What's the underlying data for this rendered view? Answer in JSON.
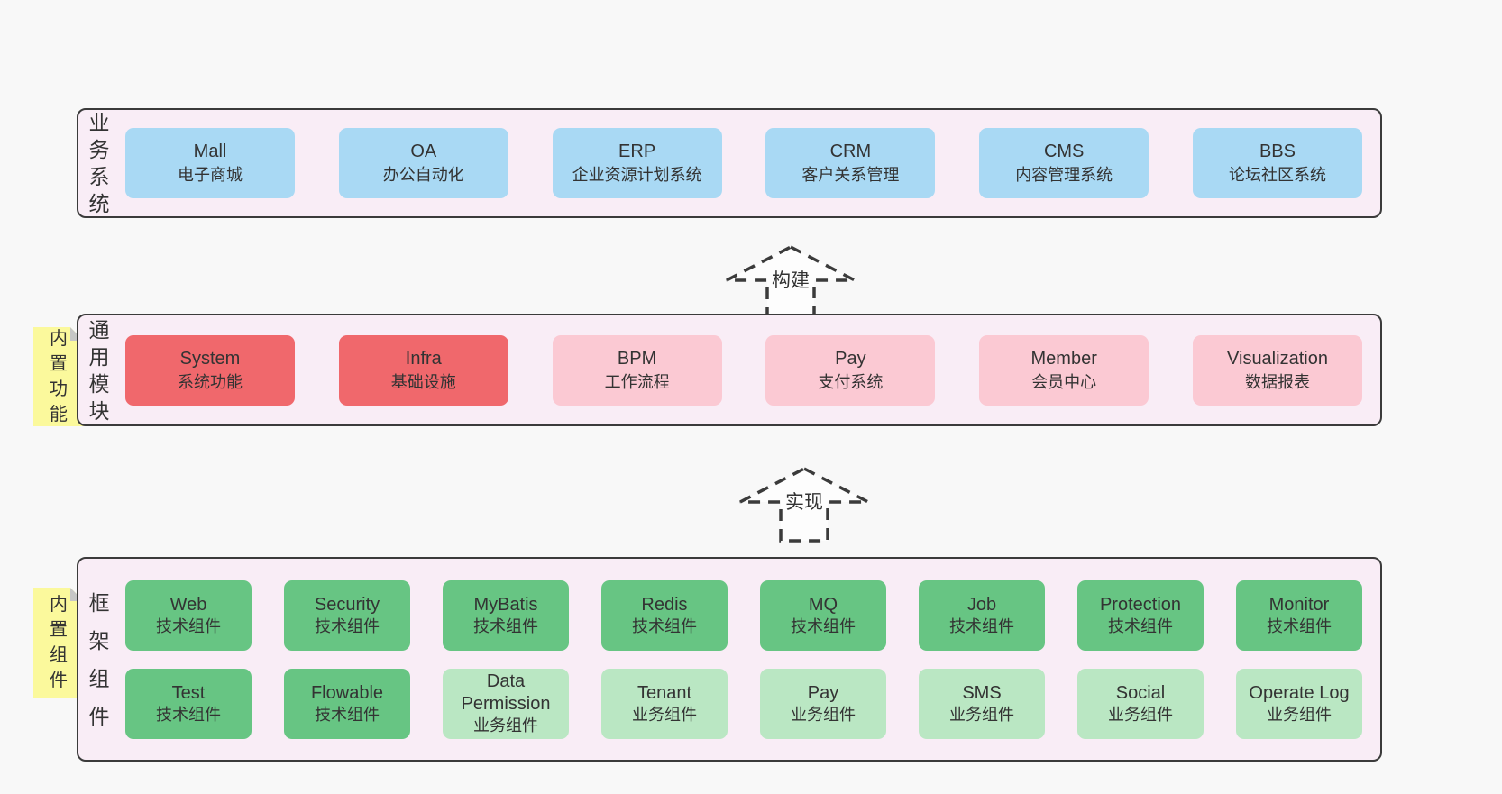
{
  "colors": {
    "background": "#f8f8f8",
    "layer_background": "#f9edf6",
    "layer_border": "#3b3b3b",
    "blue_box": "#a9d9f4",
    "red_box": "#f0686c",
    "pink_box": "#fbc9d3",
    "green_box": "#67c583",
    "light_green_box": "#bae7c3",
    "sticky_note": "#fbf99c"
  },
  "business": {
    "vertical_label": "业务系统",
    "boxes": [
      {
        "title": "Mall",
        "subtitle": "电子商城"
      },
      {
        "title": "OA",
        "subtitle": "办公自动化"
      },
      {
        "title": "ERP",
        "subtitle": "企业资源计划系统"
      },
      {
        "title": "CRM",
        "subtitle": "客户关系管理"
      },
      {
        "title": "CMS",
        "subtitle": "内容管理系统"
      },
      {
        "title": "BBS",
        "subtitle": "论坛社区系统"
      }
    ]
  },
  "arrows": {
    "build": {
      "label": "构建"
    },
    "implement": {
      "label": "实现"
    }
  },
  "modules": {
    "vertical_label": "通用模块",
    "sticky_label": "内置功能",
    "boxes": [
      {
        "title": "System",
        "subtitle": "系统功能"
      },
      {
        "title": "Infra",
        "subtitle": "基础设施"
      },
      {
        "title": "BPM",
        "subtitle": "工作流程"
      },
      {
        "title": "Pay",
        "subtitle": "支付系统"
      },
      {
        "title": "Member",
        "subtitle": "会员中心"
      },
      {
        "title": "Visualization",
        "subtitle": "数据报表"
      }
    ]
  },
  "components": {
    "vertical_label": "框架组件",
    "sticky_label": "内置组件",
    "row1": [
      {
        "title": "Web",
        "subtitle": "技术组件"
      },
      {
        "title": "Security",
        "subtitle": "技术组件"
      },
      {
        "title": "MyBatis",
        "subtitle": "技术组件"
      },
      {
        "title": "Redis",
        "subtitle": "技术组件"
      },
      {
        "title": "MQ",
        "subtitle": "技术组件"
      },
      {
        "title": "Job",
        "subtitle": "技术组件"
      },
      {
        "title": "Protection",
        "subtitle": "技术组件"
      },
      {
        "title": "Monitor",
        "subtitle": "技术组件"
      }
    ],
    "row2": [
      {
        "title": "Test",
        "subtitle": "技术组件"
      },
      {
        "title": "Flowable",
        "subtitle": "技术组件"
      },
      {
        "title": "Data Permission",
        "subtitle": "业务组件"
      },
      {
        "title": "Tenant",
        "subtitle": "业务组件"
      },
      {
        "title": "Pay",
        "subtitle": "业务组件"
      },
      {
        "title": "SMS",
        "subtitle": "业务组件"
      },
      {
        "title": "Social",
        "subtitle": "业务组件"
      },
      {
        "title": "Operate Log",
        "subtitle": "业务组件"
      }
    ]
  }
}
